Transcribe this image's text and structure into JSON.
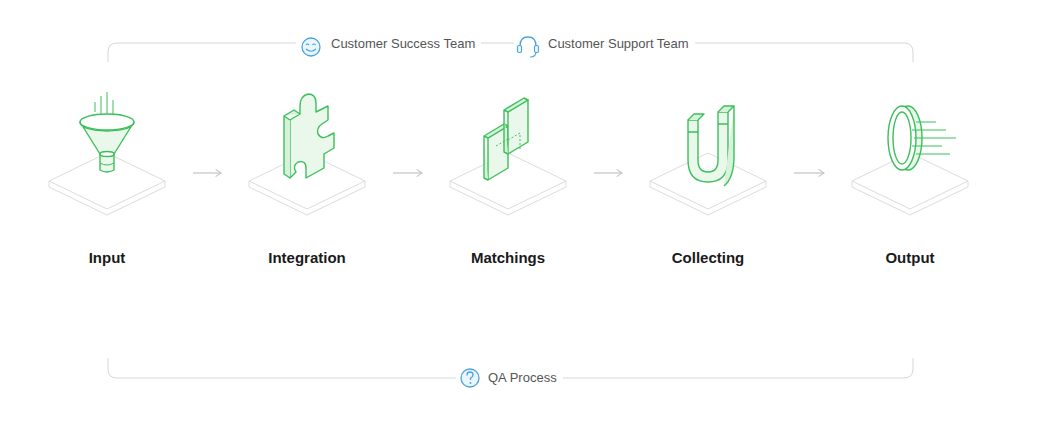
{
  "diagram": {
    "nodes": [
      {
        "text": [
          "Input"
        ]
      },
      {
        "text": [
          "Integration"
        ]
      },
      {
        "text": [
          "Matchings"
        ]
      },
      {
        "text": [
          "Collecting"
        ]
      },
      {
        "text": [
          "Output"
        ]
      }
    ],
    "edges": [
      {
        "from": 0,
        "to": 1,
        "arrow": "to"
      },
      {
        "from": 1,
        "to": 2,
        "arrow": "to"
      },
      {
        "from": 2,
        "to": 3,
        "arrow": "to"
      },
      {
        "from": 3,
        "to": 4,
        "arrow": "to"
      }
    ],
    "labels": [
      "Customer Success Team",
      "Customer Support Team",
      "QA Process"
    ]
  }
}
